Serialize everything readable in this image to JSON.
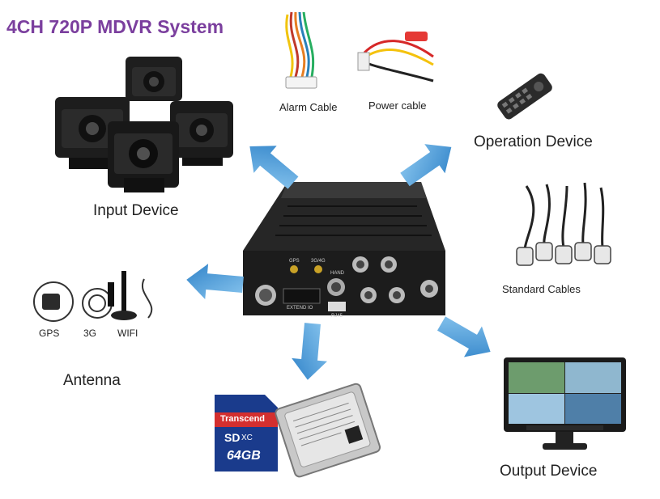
{
  "title": "4CH 720P MDVR System",
  "labels": {
    "alarm_cable": "Alarm Cable",
    "power_cable": "Power cable",
    "operation_device": "Operation Device",
    "input_device": "Input Device",
    "standard_cables": "Standard Cables",
    "antenna": "Antenna",
    "output_device": "Output Device",
    "gps": "GPS",
    "g3": "3G",
    "wifi": "WIFI"
  },
  "device": {
    "gps_port": "GPS",
    "g3_port": "3G/4G",
    "hand_port": "HAND",
    "rj45": "RJ45",
    "extend": "EXTEND IO"
  },
  "storage": {
    "sd_brand": "Transcend",
    "sd_type": "SD",
    "sd_xc": "XC",
    "sd_capacity": "64GB"
  },
  "colors": {
    "title": "#7b3f9e",
    "arrow": "#3f95d6",
    "device_body": "#1c1c1c"
  }
}
